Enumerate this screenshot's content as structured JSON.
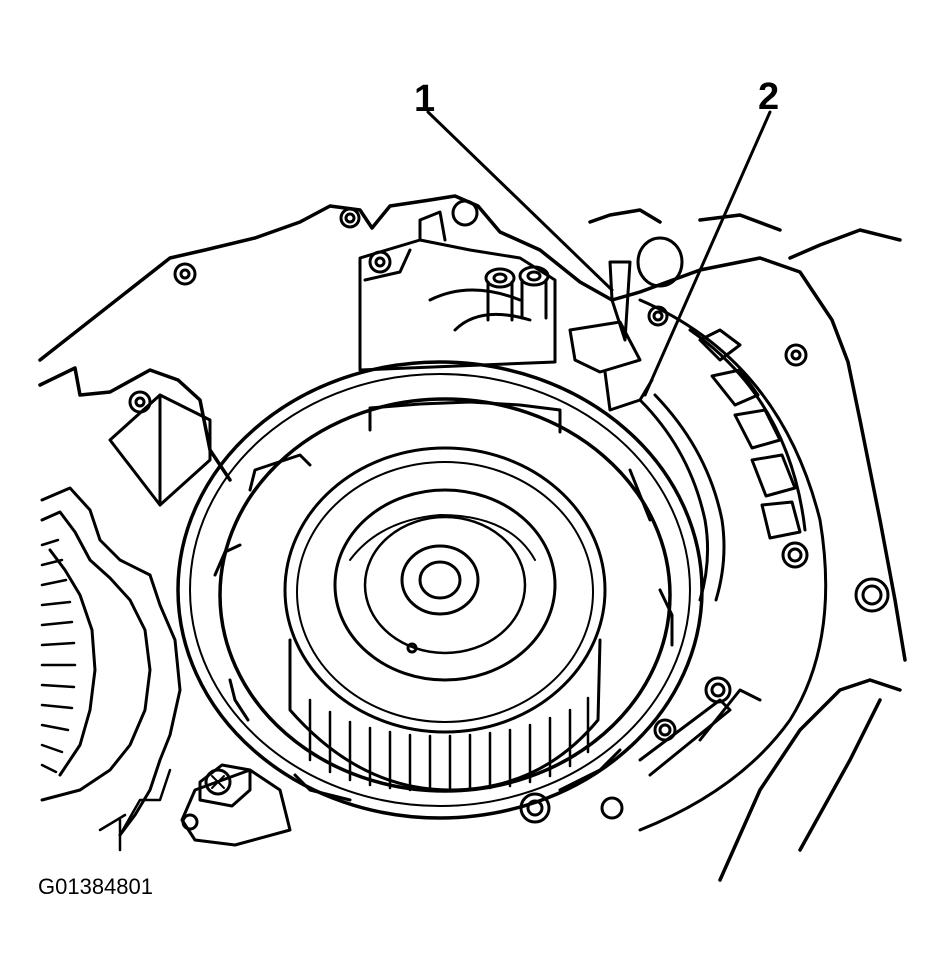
{
  "callouts": [
    {
      "label": "1"
    },
    {
      "label": "2"
    }
  ],
  "figure_id": "G01384801",
  "colors": {
    "ink": "#000000",
    "paper": "#ffffff"
  }
}
